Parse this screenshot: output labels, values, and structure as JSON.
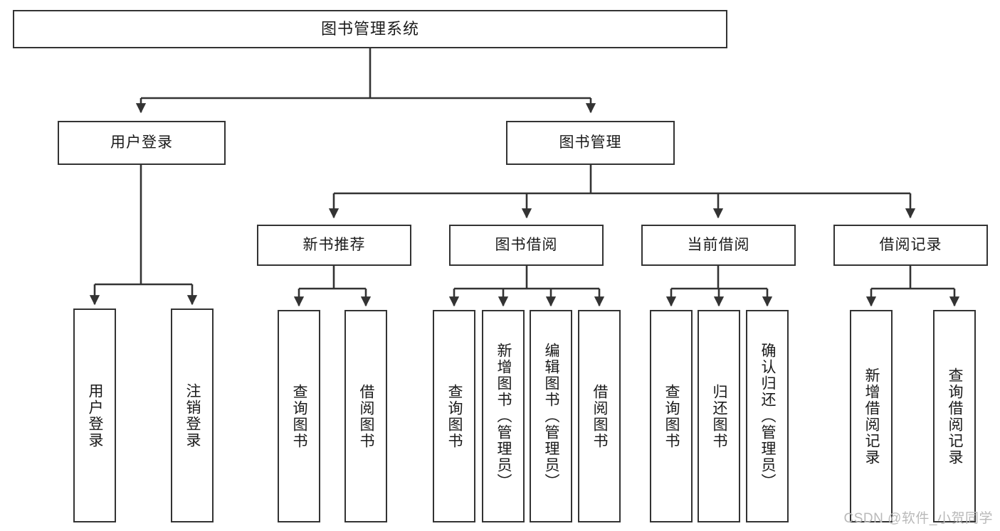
{
  "diagram": {
    "title": "图书管理系统",
    "type": "tree",
    "watermark": "CSDN @软件_小贺同学",
    "colors": {
      "box_border": "#333333",
      "box_fill": "#ffffff",
      "edge": "#333333",
      "text": "#1a1a1a",
      "watermark": "#b9b9b9"
    },
    "nodes": {
      "root": {
        "label": "图书管理系统"
      },
      "level2": [
        {
          "id": "user-login",
          "label": "用户登录"
        },
        {
          "id": "book-management",
          "label": "图书管理"
        }
      ],
      "level3": [
        {
          "id": "new-book-recommend",
          "label": "新书推荐"
        },
        {
          "id": "book-borrow",
          "label": "图书借阅"
        },
        {
          "id": "current-borrow",
          "label": "当前借阅"
        },
        {
          "id": "borrow-record",
          "label": "借阅记录"
        }
      ],
      "leaves": {
        "user-login": [
          {
            "id": "leaf-user-login",
            "label": "用户登录"
          },
          {
            "id": "leaf-logout",
            "label": "注销登录"
          }
        ],
        "new-book-recommend": [
          {
            "id": "leaf-query-book-1",
            "label": "查询图书"
          },
          {
            "id": "leaf-borrow-book-1",
            "label": "借阅图书"
          }
        ],
        "book-borrow": [
          {
            "id": "leaf-query-book-2",
            "label": "查询图书"
          },
          {
            "id": "leaf-add-book",
            "label": "新增图书（管理员）"
          },
          {
            "id": "leaf-edit-book",
            "label": "编辑图书（管理员）"
          },
          {
            "id": "leaf-borrow-book-2",
            "label": "借阅图书"
          }
        ],
        "current-borrow": [
          {
            "id": "leaf-query-book-3",
            "label": "查询图书"
          },
          {
            "id": "leaf-return-book",
            "label": "归还图书"
          },
          {
            "id": "leaf-confirm-return",
            "label": "确认归还（管理员）"
          }
        ],
        "borrow-record": [
          {
            "id": "leaf-add-record",
            "label": "新增借阅记录"
          },
          {
            "id": "leaf-query-record",
            "label": "查询借阅记录"
          }
        ]
      }
    }
  }
}
